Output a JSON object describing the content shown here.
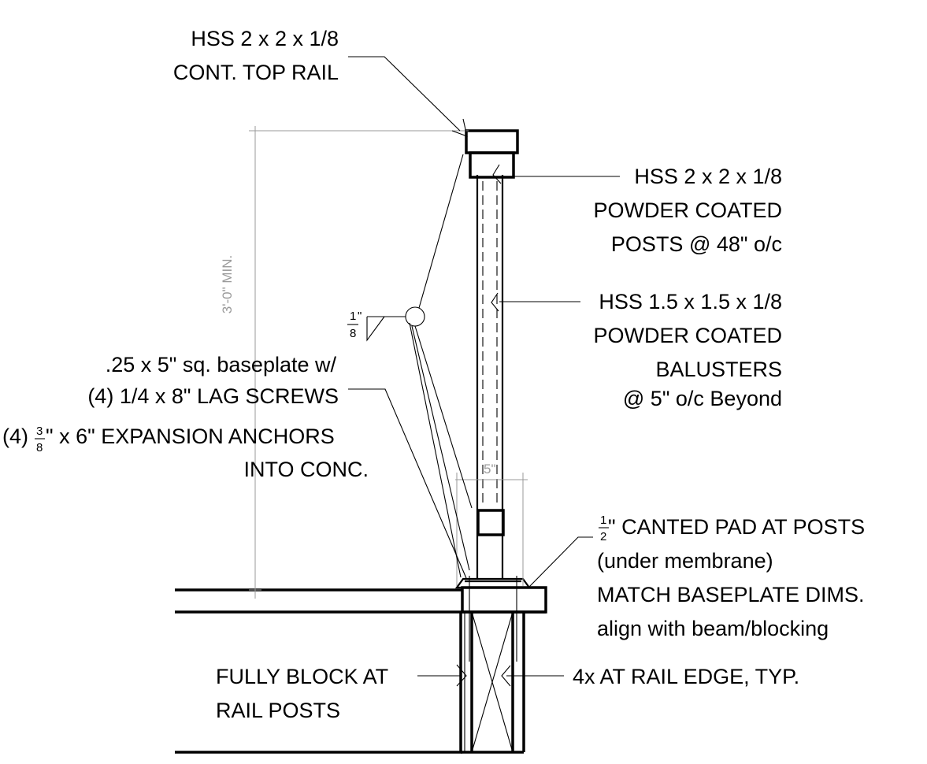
{
  "notes": {
    "top_rail": [
      "HSS 2 x 2 x 1/8",
      "CONT. TOP RAIL"
    ],
    "posts": [
      "HSS 2 x 2 x 1/8",
      "POWDER COATED",
      "POSTS @ 48\" o/c"
    ],
    "balusters": [
      "HSS 1.5 x 1.5 x 1/8",
      "POWDER COATED",
      "BALUSTERS",
      "@ 5\" o/c Beyond"
    ],
    "weld": {
      "num": "1",
      "den": "8",
      "unit": "\""
    },
    "baseplate": [
      ".25 x 5\" sq. baseplate w/",
      "(4) 1/4 x 8\" LAG SCREWS"
    ],
    "anchors": {
      "prefix": "(4)",
      "num": "3",
      "den": "8",
      "line1_rest": "\" x 6\" EXPANSION ANCHORS",
      "line2": "INTO CONC."
    },
    "canted_pad": {
      "num": "1",
      "den": "2",
      "line1_rest": "\" CANTED PAD AT POSTS",
      "lines": [
        "(under membrane)",
        "MATCH BASEPLATE DIMS.",
        "align with beam/blocking"
      ]
    },
    "blocking": [
      "FULLY BLOCK AT",
      "RAIL POSTS"
    ],
    "rail_edge": "4x AT RAIL EDGE, TYP."
  },
  "dimensions": {
    "height": "3'-0\" MIN.",
    "baseplate_width": "5\""
  },
  "colors": {
    "linework": "#000000",
    "dimension": "#9a9a9a",
    "background": "#ffffff"
  }
}
